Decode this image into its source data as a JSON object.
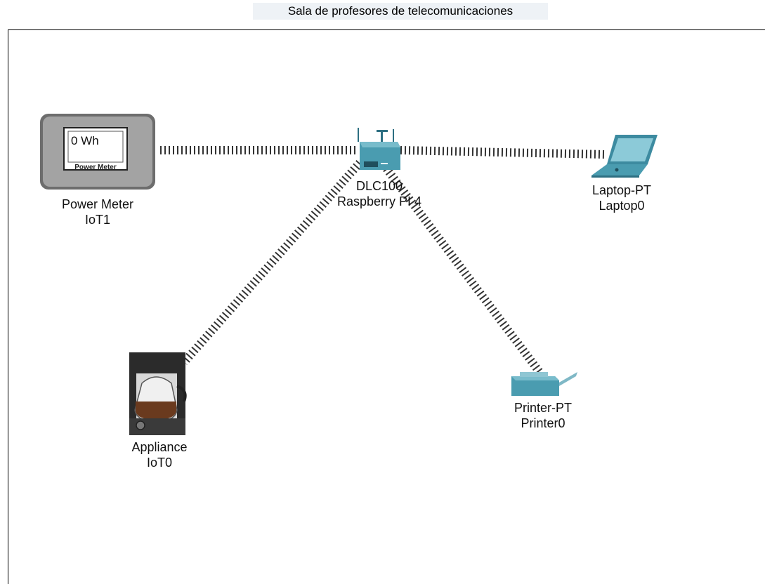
{
  "title": "Sala de profesores de telecomunicaciones",
  "devices": {
    "power_meter": {
      "type": "Power Meter",
      "name": "IoT1",
      "display": "0 Wh",
      "brand_text": "Power Meter"
    },
    "gateway": {
      "type": "DLC100",
      "name": "Raspberry PI 4"
    },
    "laptop": {
      "type": "Laptop-PT",
      "name": "Laptop0"
    },
    "appliance": {
      "type": "Appliance",
      "name": "IoT0"
    },
    "printer": {
      "type": "Printer-PT",
      "name": "Printer0"
    }
  },
  "colors": {
    "link": "#333333",
    "device_teal": "#4a9cb0",
    "meter_gray": "#9a9a9a"
  }
}
